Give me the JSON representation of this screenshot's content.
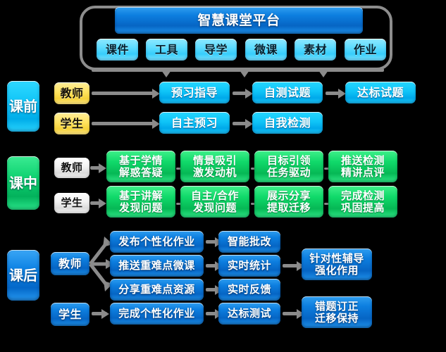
{
  "platform": {
    "title": "智慧课堂平台",
    "modules": [
      {
        "label": "课件"
      },
      {
        "label": "工具"
      },
      {
        "label": "导学"
      },
      {
        "label": "微课"
      },
      {
        "label": "素材"
      },
      {
        "label": "作业"
      }
    ]
  },
  "stages": [
    {
      "name": "课前",
      "color": "#00ade9",
      "rows": [
        {
          "role": "教师",
          "steps": [
            {
              "label": "预习指导"
            },
            {
              "label": "自测试题"
            },
            {
              "label": "达标试题"
            }
          ]
        },
        {
          "role": "学生",
          "steps": [
            {
              "label": "自主预习"
            },
            {
              "label": "自我检测"
            }
          ]
        }
      ]
    },
    {
      "name": "课中",
      "color": "#03b25c",
      "rows": [
        {
          "role": "教师",
          "steps": [
            {
              "label": "基于学情\n解惑答疑"
            },
            {
              "label": "情景吸引\n激发动机"
            },
            {
              "label": "目标引领\n任务驱动"
            },
            {
              "label": "推送检测\n精讲点评"
            }
          ]
        },
        {
          "role": "学生",
          "steps": [
            {
              "label": "基于讲解\n发现问题"
            },
            {
              "label": "自主/合作\n发现问题"
            },
            {
              "label": "展示分享\n提取迁移"
            },
            {
              "label": "完成检测\n巩固提高"
            }
          ]
        }
      ]
    },
    {
      "name": "课后",
      "color": "#0468c9",
      "rows": [
        {
          "role": "教师",
          "branches": [
            {
              "source": "发布个性化作业",
              "target": "智能批改"
            },
            {
              "source": "推送重难点微课",
              "target": "实时统计"
            },
            {
              "source": "分享重难点资源",
              "target": "实时反馈"
            }
          ],
          "outcome": "针对性辅导\n强化作用"
        },
        {
          "role": "学生",
          "steps": [
            {
              "label": "完成个性化作业"
            },
            {
              "label": "达标测试"
            },
            {
              "label": "错题订正\n迁移保持"
            }
          ]
        }
      ]
    }
  ]
}
